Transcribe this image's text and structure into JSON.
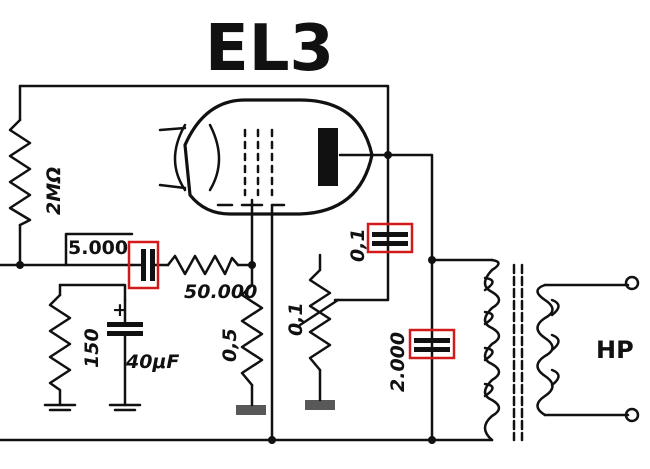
{
  "schematic": {
    "title": "EL3",
    "labels": {
      "grid_resistor": "2MΩ",
      "grid_cap": "5.000",
      "grid_stopper": "50.000",
      "cathode_resistor": "150",
      "cathode_cap": "40μF",
      "screen_resistor": "0,5",
      "tone_cap": "0,1",
      "tone_pot": "0,1",
      "plate_cap": "2.000",
      "speaker": "HP",
      "polarity_plus": "+"
    },
    "colors": {
      "ink": "#111111",
      "highlight": "#d11a1a",
      "paper": "#ffffff"
    },
    "highlighted_components": [
      "grid-coupling-capacitor",
      "tone-capacitor",
      "plate-capacitor"
    ]
  }
}
